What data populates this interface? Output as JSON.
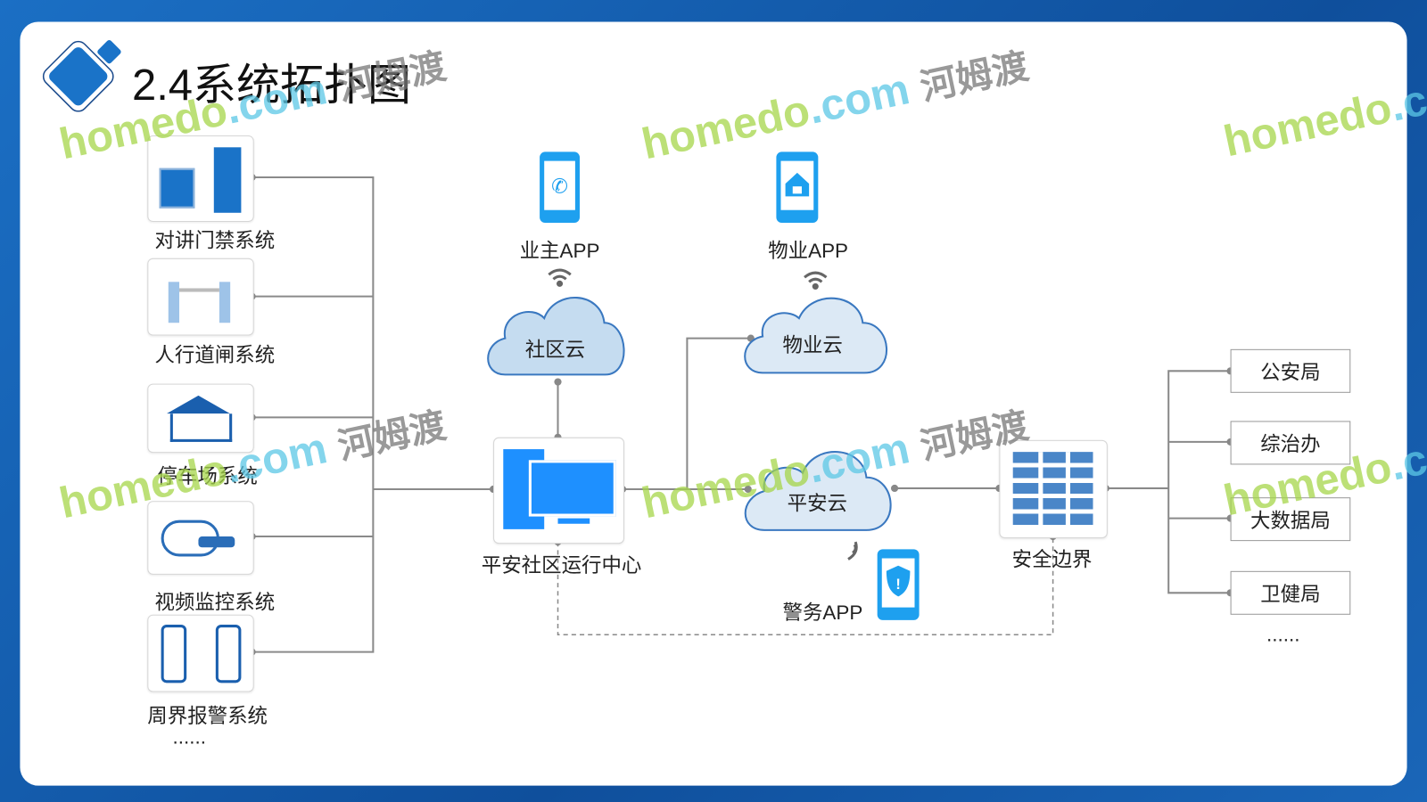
{
  "title": "2.4系统拓扑图",
  "left_systems": [
    {
      "label": "对讲门禁系统",
      "icon": "intercom-door-icon"
    },
    {
      "label": "人行道闸系统",
      "icon": "turnstile-icon"
    },
    {
      "label": "停车场系统",
      "icon": "parking-icon"
    },
    {
      "label": "视频监控系统",
      "icon": "cctv-icon"
    },
    {
      "label": "周界报警系统",
      "icon": "perimeter-alarm-icon"
    }
  ],
  "left_more": "......",
  "center": {
    "owner_app": "业主APP",
    "property_app": "物业APP",
    "community_cloud": "社区云",
    "property_cloud": "物业云",
    "safety_cloud": "平安云",
    "operation_center": "平安社区运行中心",
    "police_app": "警务APP",
    "security_boundary": "安全边界"
  },
  "right_agencies": [
    "公安局",
    "综治办",
    "大数据局",
    "卫健局"
  ],
  "right_more": "......",
  "watermark": {
    "brand": "homedo",
    "domain": ".com",
    "cn": "河姆渡"
  },
  "colors": {
    "accent": "#1a73c8",
    "cloud_fill": "#dce9f5",
    "device_blue": "#1e90ff",
    "line": "#8a8a8a"
  }
}
